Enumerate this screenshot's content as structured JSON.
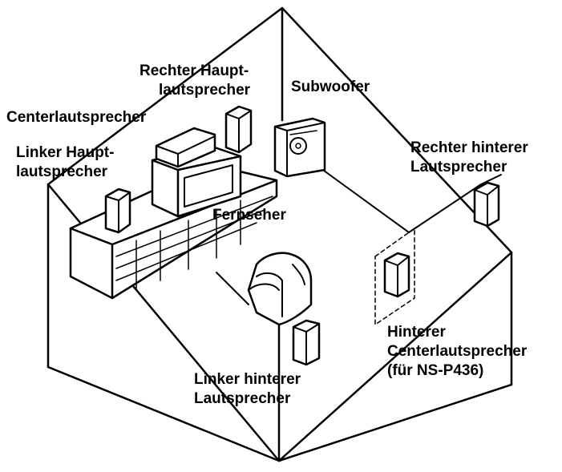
{
  "labels": {
    "right_main_1": "Rechter Haupt-",
    "right_main_2": "lautsprecher",
    "subwoofer": "Subwoofer",
    "center": "Centerlautsprecher",
    "left_main_1": "Linker Haupt-",
    "left_main_2": "lautsprecher",
    "tv": "Fernseher",
    "right_rear_1": "Rechter hinterer",
    "right_rear_2": "Lautsprecher",
    "rear_center_1": "Hinterer",
    "rear_center_2": "Centerlautsprecher",
    "rear_center_3": "(für NS-P436)",
    "left_rear_1": "Linker hinterer",
    "left_rear_2": "Lautsprecher"
  },
  "colors": {
    "line": "#000000",
    "fill": "#ffffff",
    "shade": "#e8e8e8"
  }
}
